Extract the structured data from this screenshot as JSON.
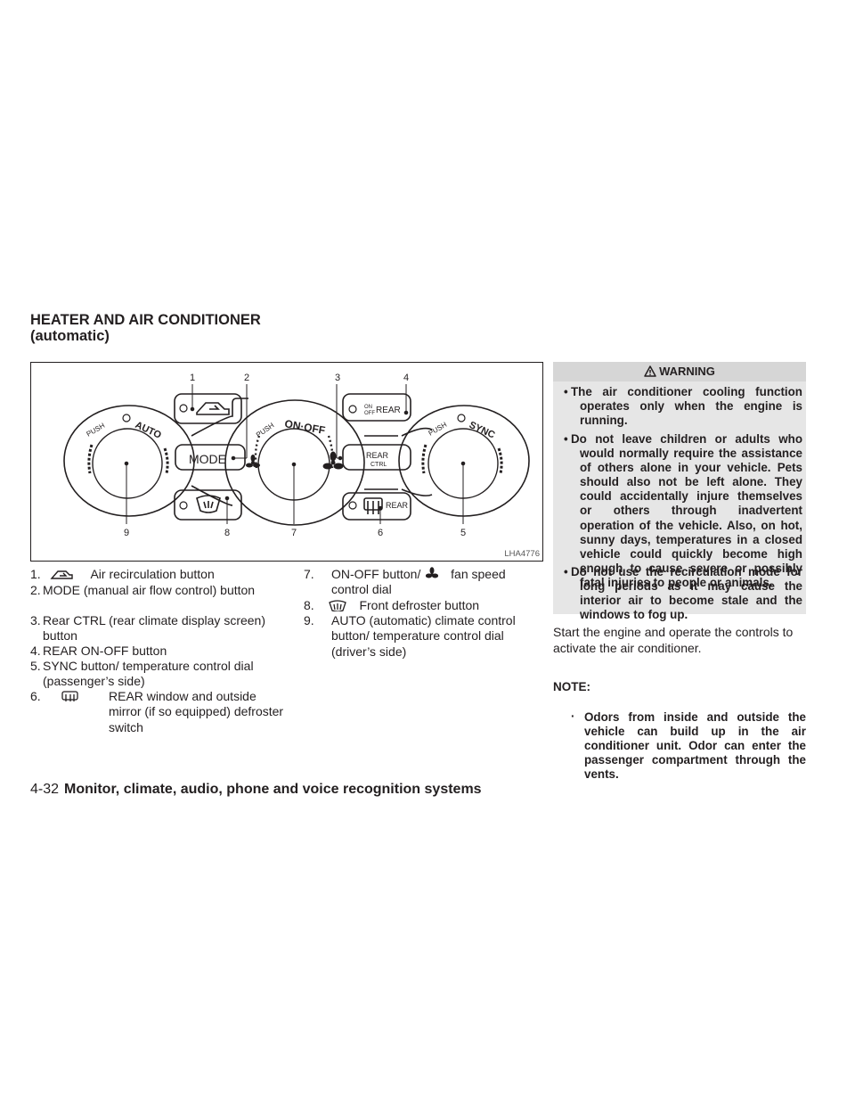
{
  "section": {
    "title_line1": "HEATER AND AIR CONDITIONER",
    "title_line2": "(automatic)"
  },
  "figure": {
    "code": "LHA4776",
    "callouts": [
      "1",
      "2",
      "3",
      "4",
      "5",
      "6",
      "7",
      "8",
      "9"
    ],
    "labels": {
      "push": "PUSH",
      "auto": "AUTO",
      "on_off": "ON·OFF",
      "sync": "SYNC",
      "mode": "MODE",
      "rear": "REAR",
      "ctrl": "CTRL",
      "on": "ON",
      "off": "OFF"
    }
  },
  "legend_left": [
    {
      "num": "1.",
      "icon": "air-recirculation-icon",
      "text": "Air recirculation button"
    },
    {
      "num": "2.",
      "text": "MODE (manual air flow control) button"
    },
    {
      "num": "3.",
      "text": "Rear CTRL (rear climate display screen) button"
    },
    {
      "num": "4.",
      "text": "REAR ON-OFF button"
    },
    {
      "num": "5.",
      "text": "SYNC button/ temperature control dial (passenger’s side)"
    },
    {
      "num": "6.",
      "icon": "rear-defroster-icon",
      "text": "REAR window and outside mirror (if so equipped) defroster switch"
    }
  ],
  "legend_right": [
    {
      "num": "7.",
      "text_before": "ON-OFF button/",
      "icon": "fan-icon",
      "text_after": "fan speed control dial"
    },
    {
      "num": "8.",
      "icon": "front-defroster-icon",
      "text": "Front defroster button"
    },
    {
      "num": "9.",
      "text": "AUTO (automatic) climate control button/ temperature control dial (driver’s side)"
    }
  ],
  "warning": {
    "title": "WARNING",
    "items": [
      "The air conditioner cooling function operates only when the engine is running.",
      "Do not leave children or adults who would normally require the assistance of others alone in your vehicle. Pets should also not be left alone. They could accidentally injure themselves or others through inadvertent operation of the vehicle. Also, on hot, sunny days, temperatures in a closed vehicle could quickly become high enough to cause severe or possibly fatal injuries to people or animals.",
      "Do not use the recirculation mode for long periods as it may cause the interior air to become stale and the windows to fog up."
    ]
  },
  "body": {
    "start_text": "Start the engine and operate the controls to activate the air conditioner.",
    "note_label": "NOTE:",
    "note_bullet": "·",
    "note_text": "Odors from inside and outside the vehicle can build up in the air conditioner unit. Odor can enter the passenger compartment through the vents."
  },
  "footer": {
    "page_number": "4-32",
    "chapter_title": "Monitor, climate, audio, phone and voice recognition systems"
  }
}
